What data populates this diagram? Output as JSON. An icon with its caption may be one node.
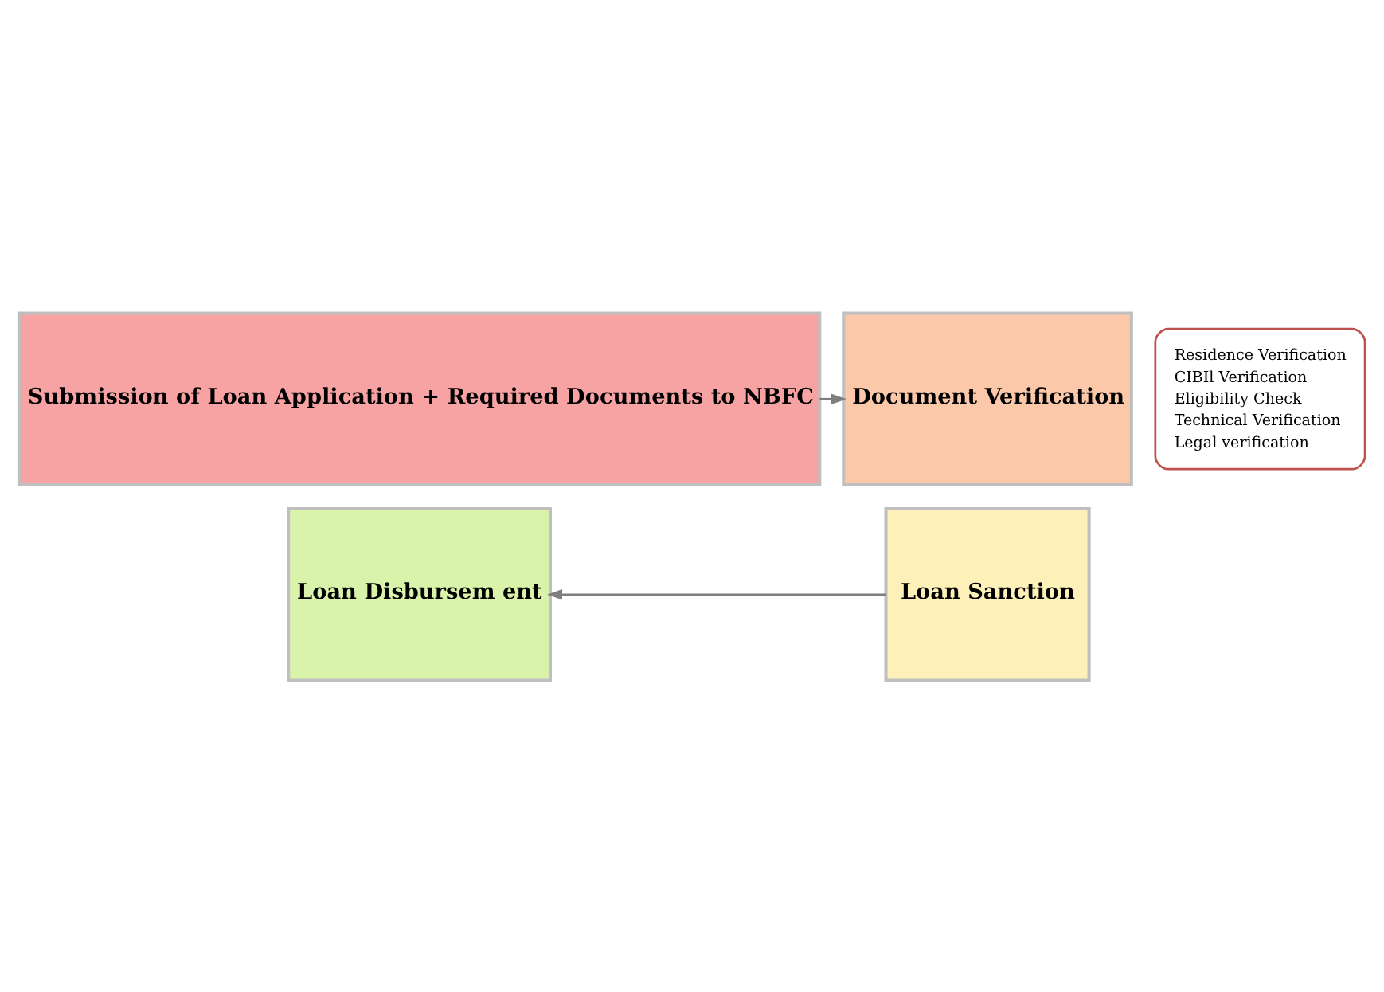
{
  "diagram": {
    "nodes": [
      {
        "text": [
          "Submission of Loan Application + Required Documents to NBFC"
        ]
      },
      {
        "text": [
          "Document Verification"
        ]
      },
      {
        "text": [
          "Loan Sanction"
        ]
      },
      {
        "text": [
          "Loan Disbursem ent"
        ]
      },
      {
        "text": [
          "Residence Verification",
          "CIBIl Verification",
          "Eligibility Check",
          "Technical Verification",
          "Legal verification"
        ]
      }
    ],
    "edges": [
      {
        "from": 0,
        "to": 1,
        "arrow": "to"
      },
      {
        "from": 2,
        "to": 3,
        "arrow": "to"
      }
    ]
  }
}
